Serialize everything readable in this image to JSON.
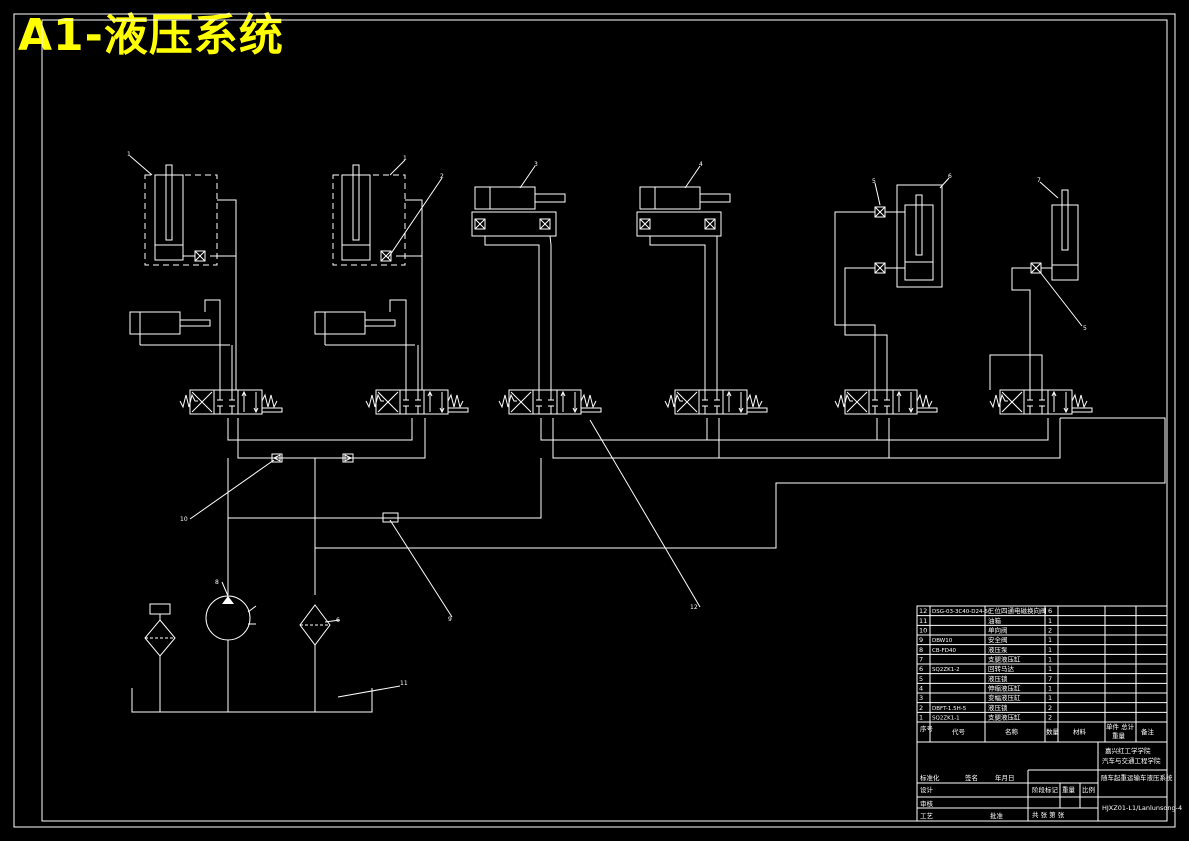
{
  "title": "A1-液压系统",
  "balloons": [
    "1",
    "1",
    "2",
    "3",
    "4",
    "5",
    "6",
    "7",
    "5",
    "6",
    "8",
    "9",
    "10",
    "11",
    "12"
  ],
  "parts_list": [
    {
      "no": "12",
      "code": "DSG-03-3C40-D24-50",
      "name": "三位四通电磁换向阀",
      "qty": "6"
    },
    {
      "no": "11",
      "code": "",
      "name": "油箱",
      "qty": "1"
    },
    {
      "no": "10",
      "code": "",
      "name": "单向阀",
      "qty": "2"
    },
    {
      "no": "9",
      "code": "DBW10",
      "name": "安全阀",
      "qty": "1"
    },
    {
      "no": "8",
      "code": "CB-FD40",
      "name": "液压泵",
      "qty": "1"
    },
    {
      "no": "7",
      "code": "",
      "name": "支腿液压缸",
      "qty": "1"
    },
    {
      "no": "6",
      "code": "SQ2ZK1-2",
      "name": "回转马达",
      "qty": "1"
    },
    {
      "no": "5",
      "code": "",
      "name": "液压锁",
      "qty": "7"
    },
    {
      "no": "4",
      "code": "",
      "name": "伸缩液压缸",
      "qty": "1"
    },
    {
      "no": "3",
      "code": "",
      "name": "变幅液压缸",
      "qty": "1"
    },
    {
      "no": "2",
      "code": "DBFT-1.5H-5",
      "name": "液压锁",
      "qty": "2"
    },
    {
      "no": "1",
      "code": "SQ2ZK1-1",
      "name": "支腿液压缸",
      "qty": "2"
    }
  ],
  "parts_header": {
    "seq": "序号",
    "code": "代号",
    "name": "名称",
    "qty": "数量",
    "material": "材料",
    "remark_label": "单件 总计",
    "weight": "重量",
    "notes": "备注"
  },
  "title_block": {
    "school": "嘉兴红工学学院",
    "dept": "汽车与交通工程学院",
    "drawing_name": "随车起重运输车液压系统",
    "drawing_no": "HJXZ01-L1/Lanlunsong-4",
    "designer_label": "设计",
    "checker_label": "审核",
    "process_label": "工艺",
    "approve_label": "批准",
    "standard_label": "标准化",
    "stage_label": "阶段标记",
    "weight_label": "重量",
    "scale_label": "比例",
    "sheet_label": "共 张 第 张",
    "sign_label": "签名",
    "date_label": "年月日"
  }
}
